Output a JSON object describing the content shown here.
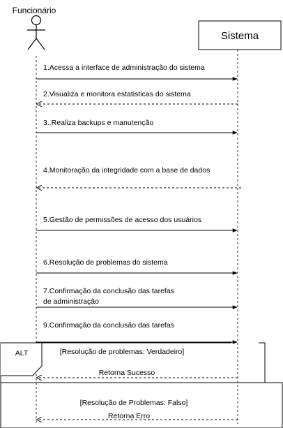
{
  "actor": {
    "label": "Funcionário"
  },
  "system": {
    "label": "Sistema"
  },
  "messages": [
    {
      "id": "m1",
      "lines": [
        "1.Acessa a interface de administração do sistema"
      ],
      "direction": "to-system",
      "style": "solid"
    },
    {
      "id": "m2",
      "lines": [
        "2.Visualiza e monitora estatisticas do sistema"
      ],
      "direction": "to-actor",
      "style": "dashed"
    },
    {
      "id": "m3",
      "lines": [
        "3..Realiza backups e manutenção"
      ],
      "direction": "to-system",
      "style": "solid"
    },
    {
      "id": "m4",
      "lines": [
        "4.Monitoração da integridade com a base de dados"
      ],
      "direction": "to-actor",
      "style": "dashed"
    },
    {
      "id": "m5",
      "lines": [
        "5.Gestão de permissões de acesso dos usuários"
      ],
      "direction": "to-system",
      "style": "solid"
    },
    {
      "id": "m6",
      "lines": [
        "6.Resolução de problemas do sistema"
      ],
      "direction": "to-system",
      "style": "solid"
    },
    {
      "id": "m7",
      "lines": [
        "7.Confirmação da conclusão das tarefas",
        "de administração"
      ],
      "direction": "to-system",
      "style": "solid"
    },
    {
      "id": "m8",
      "lines": [
        "9.Confirmação da conclusão das tarefas"
      ],
      "direction": "to-system",
      "style": "solid"
    }
  ],
  "alt": {
    "label": "ALT",
    "branches": [
      {
        "guard": "[Resolução de problemas: Verdadeiro]",
        "reply": "Retorna Sucesso"
      },
      {
        "guard": "[Resolução de Problemas: Falso]",
        "reply": "Retorna Erro"
      }
    ]
  }
}
